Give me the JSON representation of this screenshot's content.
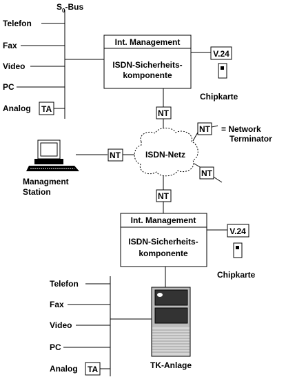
{
  "bus": {
    "label_s": "S",
    "label_sub": "0",
    "label_rest": "-Bus"
  },
  "top_devices": [
    "Telefon",
    "Fax",
    "Video",
    "PC",
    "Analog"
  ],
  "bottom_devices": [
    "Telefon",
    "Fax",
    "Video",
    "PC",
    "Analog"
  ],
  "ta_label": "TA",
  "nt_label": "NT",
  "nt_legend": {
    "line1": "= Network",
    "line2": "Terminator"
  },
  "top_component": {
    "header": "Int. Management",
    "line1": "ISDN-Sicherheits-",
    "line2": "komponente"
  },
  "bottom_component": {
    "header": "Int. Management",
    "line1": "ISDN-Sicherheits-",
    "line2": "komponente"
  },
  "v24_label": "V.24",
  "chipcard_label": "Chipkarte",
  "cloud_label": "ISDN-Netz",
  "station": {
    "line1": "Managment",
    "line2": "Station"
  },
  "pbx_label": "TK-Anlage"
}
